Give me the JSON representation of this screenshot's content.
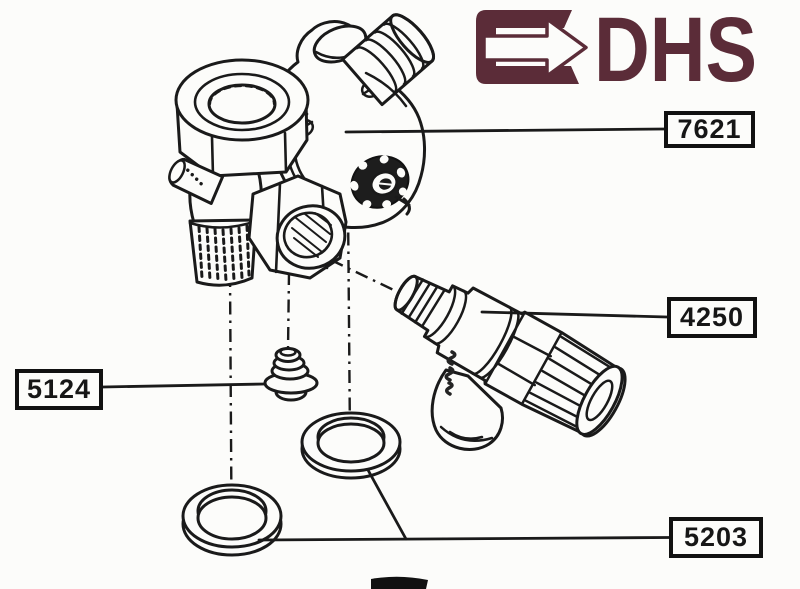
{
  "logo": {
    "text": "DHS",
    "color": "#5b2c38"
  },
  "parts": {
    "p7621": "7621",
    "p4250": "4250",
    "p5124": "5124",
    "p5203": "5203"
  }
}
